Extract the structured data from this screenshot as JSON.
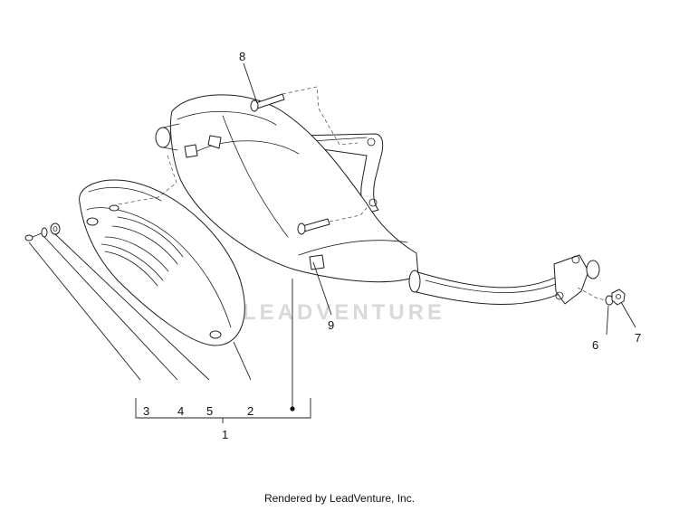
{
  "diagram": {
    "watermark": "LEADVENTURE",
    "callouts": {
      "p1": "1",
      "p2": "2",
      "p3": "3",
      "p4": "4",
      "p5": "5",
      "p6": "6",
      "p7": "7",
      "p8": "8",
      "p9": "9"
    }
  },
  "footer": {
    "credit": "Rendered by LeadVenture, Inc."
  }
}
